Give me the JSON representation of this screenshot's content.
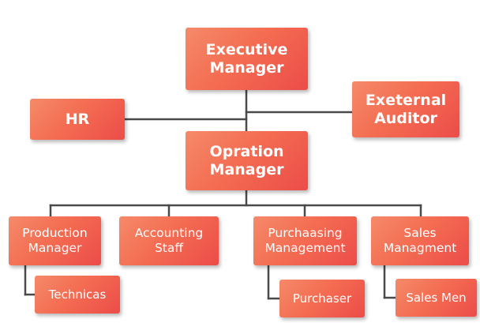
{
  "chart": {
    "nodes": {
      "executive_manager": "Executive\nManager",
      "hr": "HR",
      "external_auditor": "Exeternal\nAuditor",
      "operation_manager": "Opration\nManager",
      "production_manager": "Production\nManager",
      "accounting_staff": "Accounting\nStaff",
      "purchasing_management": "Purchaasing\nManagement",
      "sales_management": "Sales\nManagment",
      "technicians": "Technicas",
      "purchaser": "Purchaser",
      "sales_men": "Sales Men"
    }
  },
  "colors": {
    "box_start": "#f58a6a",
    "box_end": "#ec4c49",
    "text": "#ffffff",
    "connector": "#4a4a4a"
  }
}
